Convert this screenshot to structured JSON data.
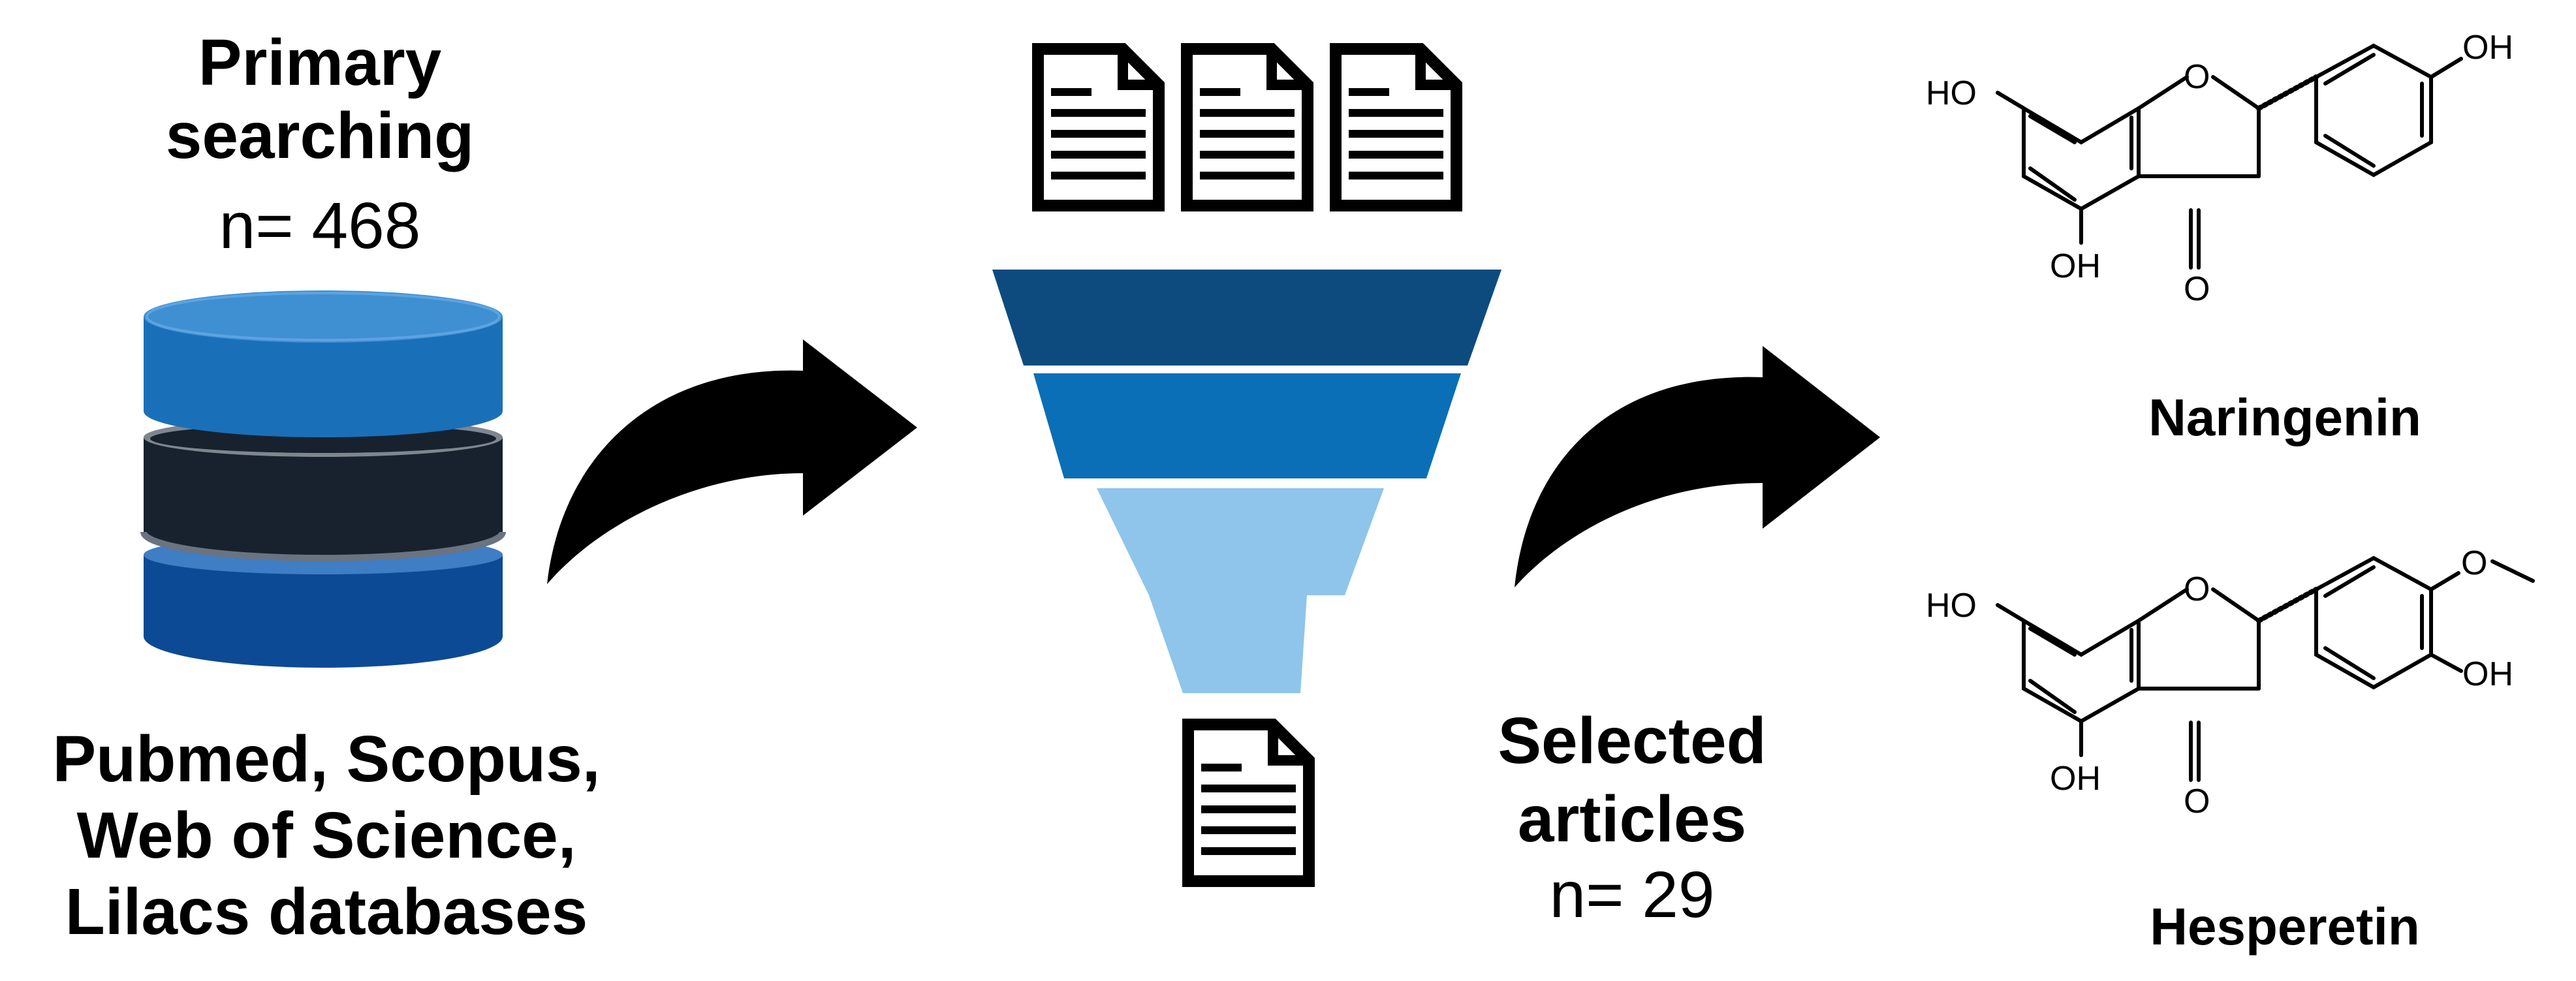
{
  "primary": {
    "title_line1": "Primary",
    "title_line2": "searching",
    "count": "n= 468"
  },
  "databases": {
    "line1": "Pubmed, Scopus,",
    "line2": "Web of Science,",
    "line3": "Lilacs databases"
  },
  "selected": {
    "line1": "Selected",
    "line2": "articles",
    "count": "n= 29"
  },
  "compounds": {
    "naringenin": {
      "name": "Naringenin",
      "labels": {
        "ho": "HO",
        "oh_top": "OH",
        "o_ring": "O",
        "oh_bottom": "OH",
        "o_ketone": "O"
      }
    },
    "hesperetin": {
      "name": "Hesperetin",
      "labels": {
        "ho": "HO",
        "o_methoxy": "O",
        "oh_meta": "OH",
        "o_ring": "O",
        "oh_bottom": "OH",
        "o_ketone": "O"
      }
    }
  },
  "colors": {
    "disk_top": "#1a70b8",
    "disk_middle": "#17222e",
    "disk_bottom": "#0c4a96",
    "funnel_band1": "#0d4b7e",
    "funnel_band2": "#0a6fb6",
    "funnel_band3": "#8fc5ea",
    "arrow": "#000000"
  }
}
